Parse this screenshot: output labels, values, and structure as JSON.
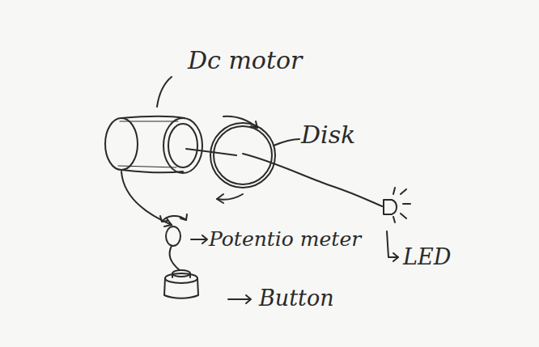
{
  "diagram": {
    "labels": [
      "Dc motor",
      "Disk",
      "Potentio meter",
      "LED",
      "Button"
    ]
  }
}
